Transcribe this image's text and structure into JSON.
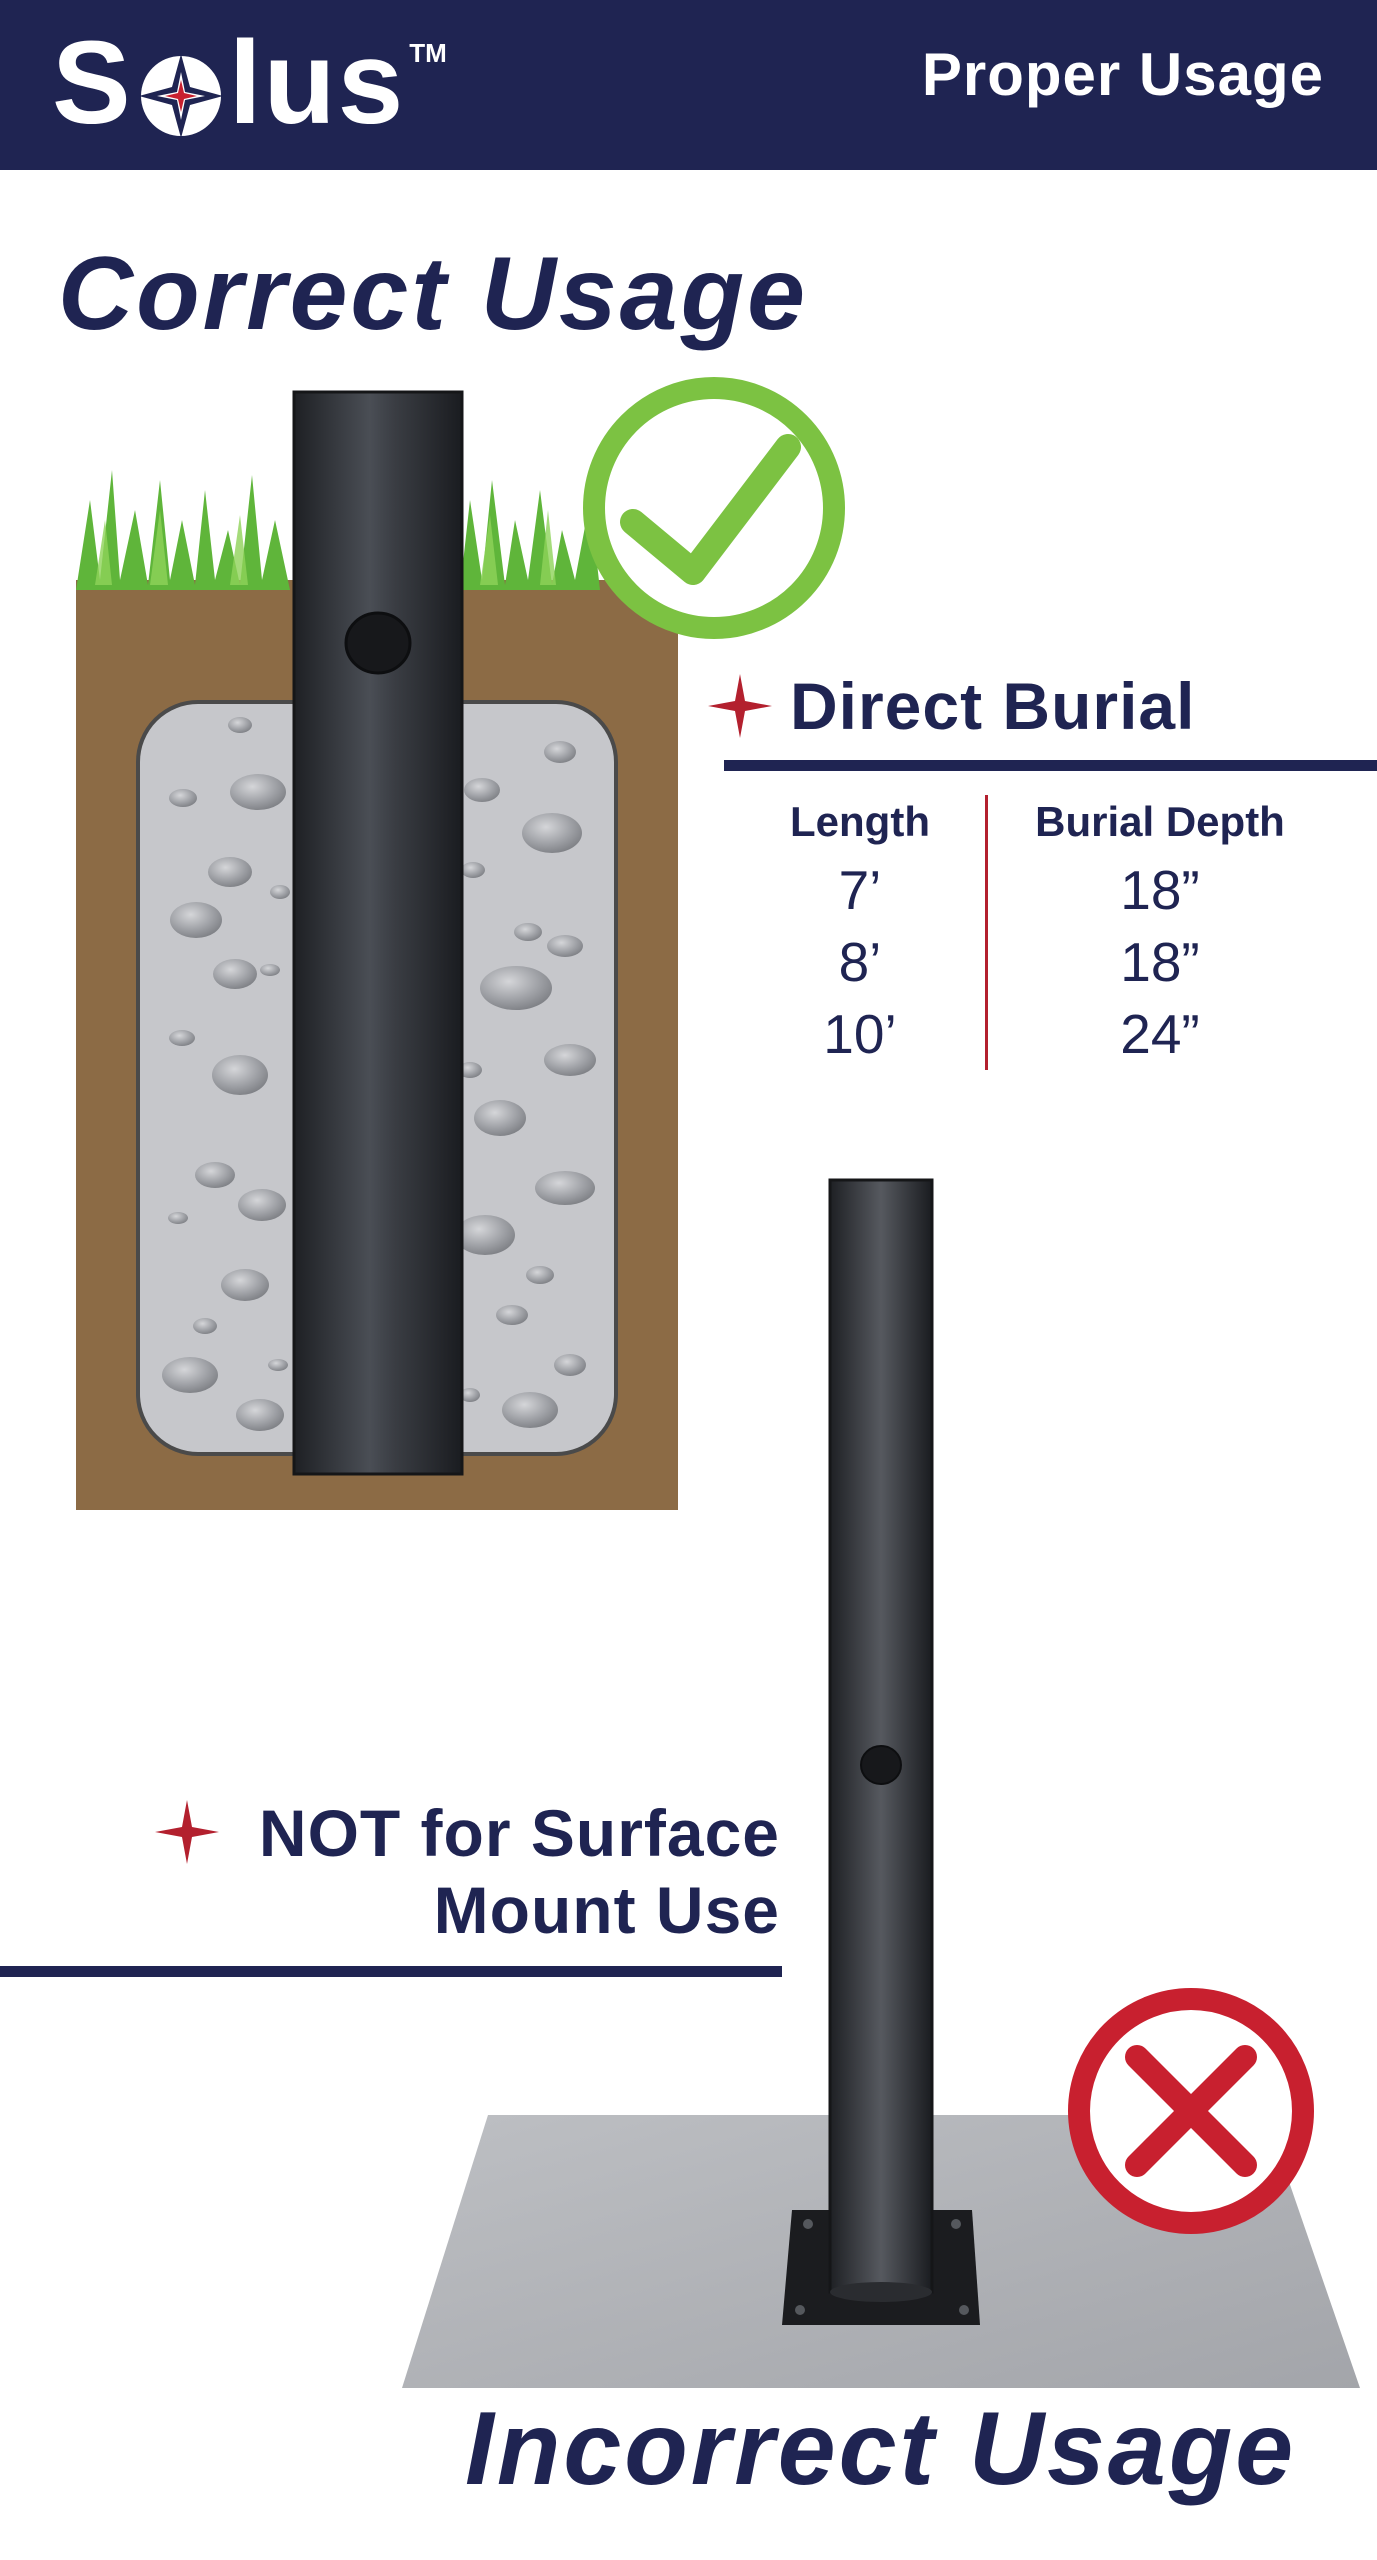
{
  "header": {
    "brand": "S lus",
    "brand_parts": [
      "S",
      "lus"
    ],
    "trademark": "TM",
    "title": "Proper Usage"
  },
  "correct": {
    "title": "Correct Usage",
    "icon": "check-circle-icon"
  },
  "direct_burial": {
    "heading": "Direct Burial",
    "columns": [
      "Length",
      "Burial Depth"
    ],
    "rows": [
      {
        "length": "7’",
        "depth": "18”"
      },
      {
        "length": "8’",
        "depth": "18”"
      },
      {
        "length": "10’",
        "depth": "24”"
      }
    ]
  },
  "surface_mount": {
    "lines": [
      "NOT for Surface",
      "Mount Use"
    ],
    "icon": "x-circle-icon"
  },
  "incorrect": {
    "title": "Incorrect Usage"
  },
  "colors": {
    "navy": "#1f2452",
    "accent_red": "#b3202e",
    "check_green": "#7cc242",
    "cross_red": "#c8202f",
    "soil": "#8c6b45",
    "concrete": "#c6c7cb",
    "pole": "#2f3237",
    "pad": "#a9abb0"
  }
}
